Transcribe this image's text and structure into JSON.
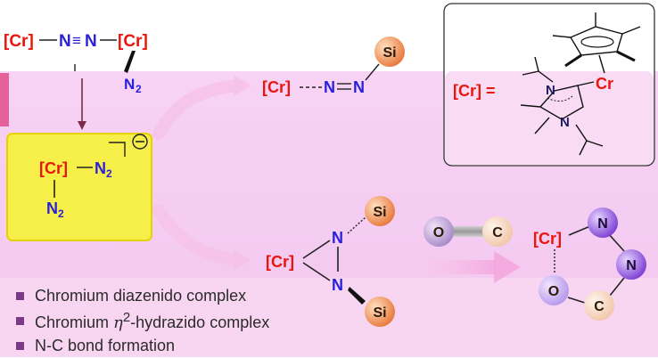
{
  "labels": {
    "cr": "[Cr]",
    "n2": "N",
    "sub2": "2",
    "n": "N",
    "si": "Si",
    "o": "O",
    "c": "C",
    "cr_def": "[Cr] =",
    "cr_atom": "Cr",
    "triple": "≡",
    "double": "="
  },
  "bullets": [
    {
      "text": "Chromium diazenido complex"
    },
    {
      "prefix": "Chromium ",
      "italic": "η",
      "sup": "2",
      "suffix": "-hydrazido complex"
    },
    {
      "text": "N-C bond formation"
    }
  ],
  "colors": {
    "red": "#e8160c",
    "blue": "#2a20d8",
    "band": "#f5cbf1",
    "yellow": "#f6ef4a",
    "si": "#f2914a",
    "purple": "#8a4cd6",
    "lilac": "#c8b0ee"
  }
}
